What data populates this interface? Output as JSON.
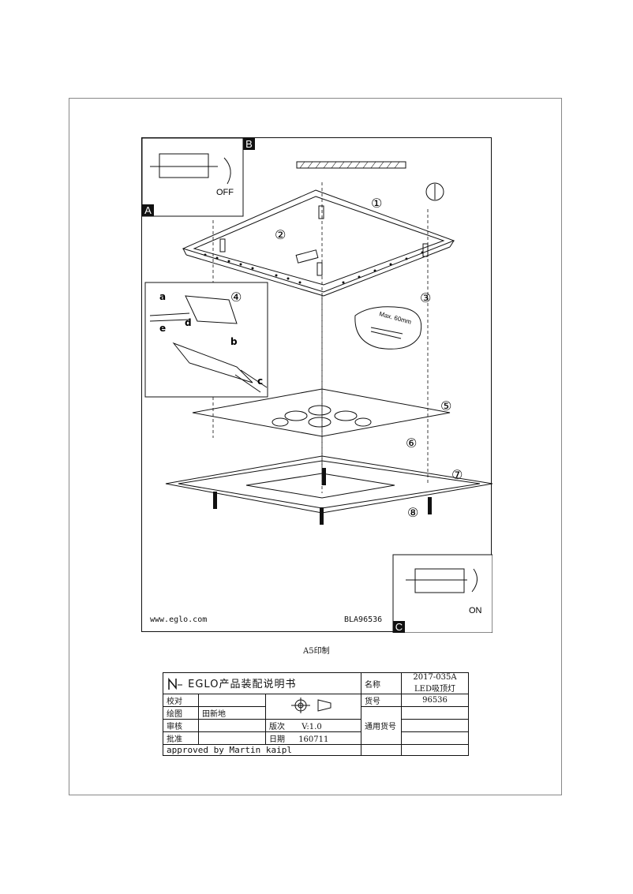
{
  "drawing": {
    "website": "www.eglo.com",
    "code": "BLA96536",
    "panel_tags": [
      "A",
      "B",
      "C"
    ],
    "switch_off_label": "OFF",
    "switch_on_label": "ON",
    "cable_length_label": "Max. 60mm",
    "step_numbers": [
      "①",
      "②",
      "③",
      "④",
      "⑤",
      "⑥",
      "⑦",
      "⑧"
    ],
    "wire_labels": [
      "a",
      "b",
      "c",
      "d",
      "e"
    ]
  },
  "print_note": "A5印制",
  "title_block": {
    "brand_name": "EGLO产品装配说明书",
    "name_label": "名称",
    "name_value": "2017-035A LED吸顶灯",
    "check_label": "校对",
    "draw_label": "绘图",
    "draw_value": "田新地",
    "review_label": "审核",
    "approve_label": "批准",
    "item_no_label": "货号",
    "item_no_value": "96536",
    "version_label": "版次",
    "version_value": "V:1.0",
    "general_label": "通用货号",
    "date_label": "日期",
    "date_value": "160711",
    "approved_by": "approved by Martin kaipl"
  }
}
